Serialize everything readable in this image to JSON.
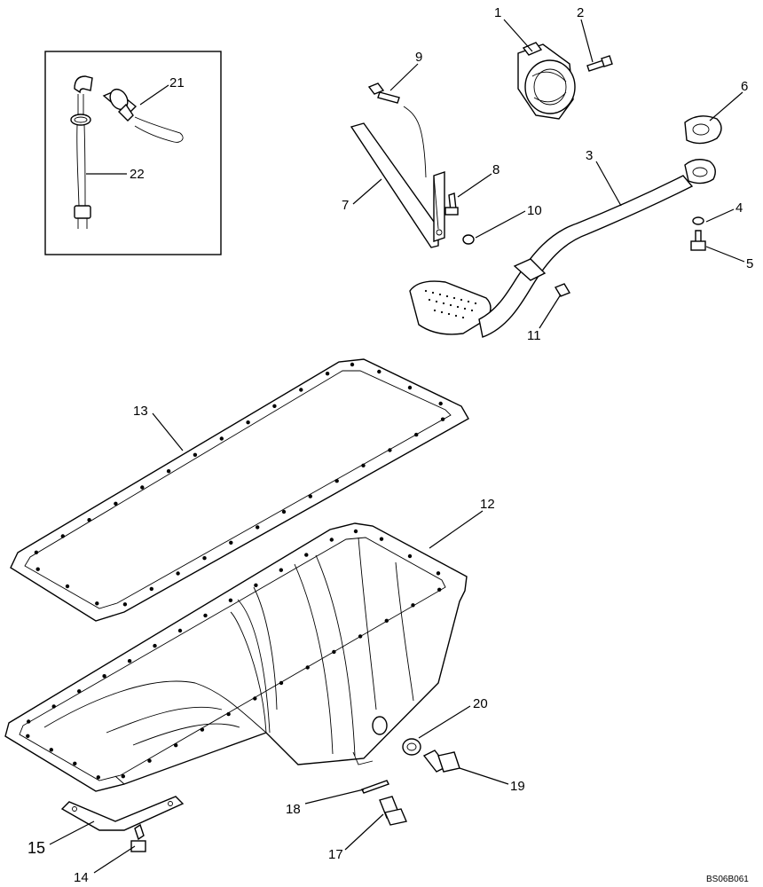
{
  "diagram": {
    "code": "BS06B061",
    "callouts": [
      {
        "id": "c1",
        "num": "1"
      },
      {
        "id": "c2",
        "num": "2"
      },
      {
        "id": "c3",
        "num": "3"
      },
      {
        "id": "c4",
        "num": "4"
      },
      {
        "id": "c5",
        "num": "5"
      },
      {
        "id": "c6",
        "num": "6"
      },
      {
        "id": "c7",
        "num": "7"
      },
      {
        "id": "c8",
        "num": "8"
      },
      {
        "id": "c9",
        "num": "9"
      },
      {
        "id": "c10",
        "num": "10"
      },
      {
        "id": "c11",
        "num": "11"
      },
      {
        "id": "c12",
        "num": "12"
      },
      {
        "id": "c13",
        "num": "13"
      },
      {
        "id": "c14",
        "num": "14"
      },
      {
        "id": "c15",
        "num": "15"
      },
      {
        "id": "c17",
        "num": "17"
      },
      {
        "id": "c18",
        "num": "18"
      },
      {
        "id": "c19",
        "num": "19"
      },
      {
        "id": "c20",
        "num": "20"
      },
      {
        "id": "c21",
        "num": "21"
      },
      {
        "id": "c22",
        "num": "22"
      }
    ]
  }
}
